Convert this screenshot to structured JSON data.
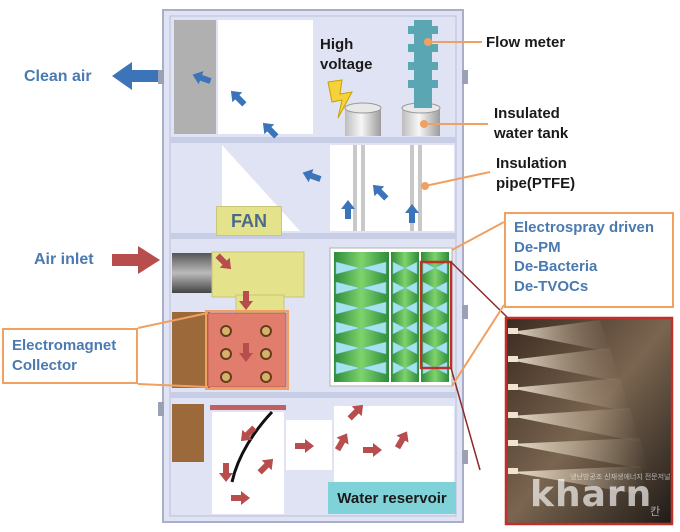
{
  "labels": {
    "clean_air": "Clean air",
    "air_inlet": "Air inlet",
    "high_voltage_1": "High",
    "high_voltage_2": "voltage",
    "flow_meter": "Flow meter",
    "insulated_tank_1": "Insulated",
    "insulated_tank_2": "water tank",
    "insulation_pipe_1": "Insulation",
    "insulation_pipe_2": "pipe(PTFE)",
    "fan": "FAN",
    "water_reservoir": "Water reservoir"
  },
  "electrospray_box": {
    "line1": "Electrospray driven",
    "line2": "De-PM",
    "line3": "De-Bacteria",
    "line4": "De-TVOCs"
  },
  "electromagnet_box": {
    "line1": "Electromagnet",
    "line2": "Collector"
  },
  "watermark": {
    "small_text": "냉난방공조 신재생에너지 전문저널",
    "brand": "kharn",
    "korean": "칸"
  },
  "colors": {
    "blue_arrow": "#3b74b8",
    "red_arrow": "#b84d4d",
    "callout_border": "#f0a060",
    "label_blue": "#4a7ab0",
    "cabinet": "#dfe3f3",
    "reservoir": "#7fd3d8",
    "fan": "#e4e28a",
    "collector": "#e07d6c",
    "electrospray_green": "#5ab54a"
  },
  "icons": [
    "lightning-icon",
    "clean-air-arrow-icon",
    "air-inlet-arrow-icon"
  ]
}
